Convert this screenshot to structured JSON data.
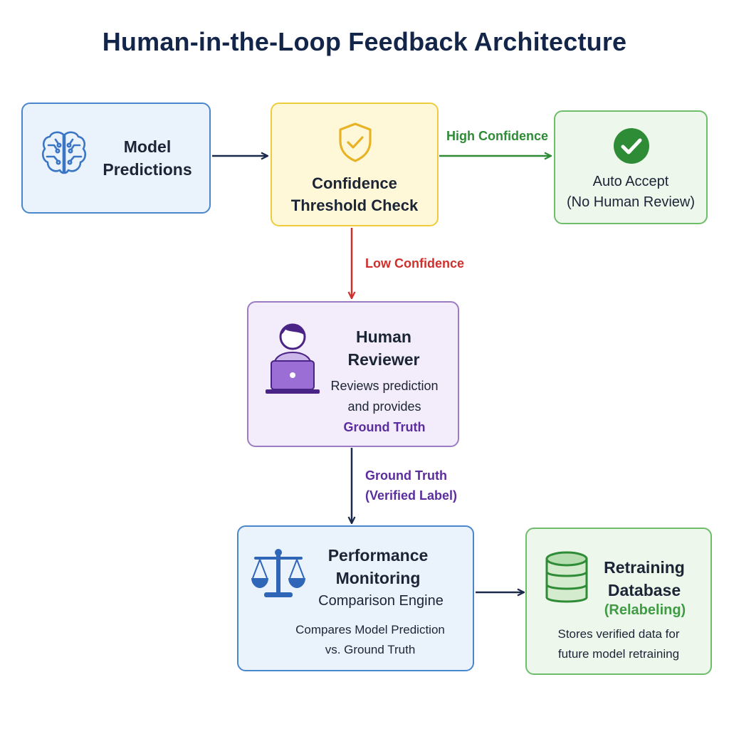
{
  "title": "Human-in-the-Loop Feedback Architecture",
  "nodes": {
    "model_predictions": {
      "line1": "Model",
      "line2": "Predictions",
      "icon": "brain-icon"
    },
    "threshold_check": {
      "line1": "Confidence",
      "line2": "Threshold Check",
      "icon": "shield-check-icon"
    },
    "auto_accept": {
      "line1": "Auto Accept",
      "line2": "(No Human Review)",
      "icon": "check-circle-icon"
    },
    "human_reviewer": {
      "line1": "Human",
      "line2": "Reviewer",
      "desc1": "Reviews prediction",
      "desc2": "and provides",
      "highlight": "Ground Truth",
      "icon": "person-laptop-icon"
    },
    "performance_monitoring": {
      "line1": "Performance",
      "line2": "Monitoring",
      "subtitle": "Comparison Engine",
      "desc1": "Compares Model Prediction",
      "desc2": "vs. Ground Truth",
      "icon": "balance-scale-icon"
    },
    "retraining_database": {
      "line1": "Retraining",
      "line2": "Database",
      "highlight": "(Relabeling)",
      "desc1": "Stores verified data for",
      "desc2": "future model retraining",
      "icon": "database-icon"
    }
  },
  "edges": {
    "high_confidence": "High Confidence",
    "low_confidence": "Low Confidence",
    "ground_truth_line1": "Ground Truth",
    "ground_truth_line2": "(Verified Label)"
  },
  "colors": {
    "title": "#14254a",
    "blue_fill": "#eaf2fc",
    "blue_border": "#4a86cc",
    "yellow_fill": "#fff8d8",
    "yellow_border": "#efcc3c",
    "green_fill": "#edf7ec",
    "green_border": "#6ebd6a",
    "purple_fill": "#f3ecfa",
    "purple_border": "#9a7bc4",
    "high_confidence": "#2e8b36",
    "low_confidence": "#d0302c",
    "ground_truth": "#5b2d9e"
  }
}
